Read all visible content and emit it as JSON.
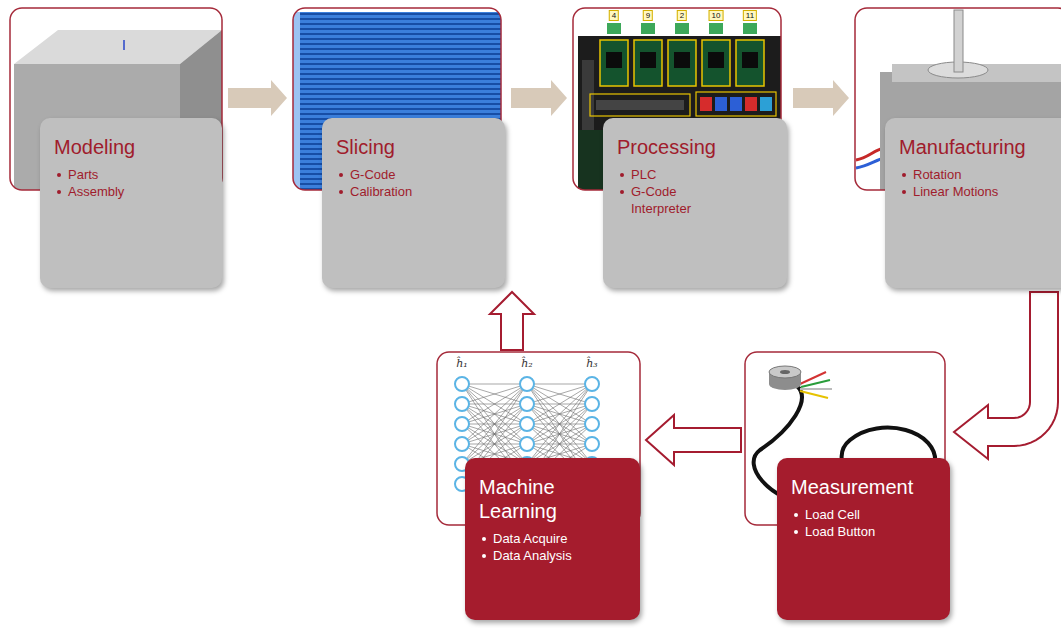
{
  "diagram": {
    "nodes": [
      {
        "text": [
          "Modeling",
          "Parts",
          "Assembly"
        ]
      },
      {
        "text": [
          "Slicing",
          "G-Code",
          "Calibration"
        ]
      },
      {
        "text": [
          "Processing",
          "PLC",
          "G-Code Interpreter"
        ]
      },
      {
        "text": [
          "Manufacturing",
          "Rotation",
          "Linear Motions"
        ]
      },
      {
        "text": [
          "Machine Learning",
          "Data Acquire",
          "Data Analysis"
        ]
      },
      {
        "text": [
          "Measurement",
          "Load Cell",
          "Load Button"
        ]
      }
    ],
    "edges": [
      {
        "from": 0,
        "to": 1,
        "arrow": "to"
      },
      {
        "from": 1,
        "to": 2,
        "arrow": "to"
      },
      {
        "from": 2,
        "to": 3,
        "arrow": "to"
      },
      {
        "from": 3,
        "to": 5,
        "arrow": "to"
      },
      {
        "from": 5,
        "to": 4,
        "arrow": "to"
      },
      {
        "from": 4,
        "to": 1,
        "arrow": "to"
      }
    ],
    "labels": [
      "4",
      "9",
      "2",
      "10",
      "11",
      "ĥ₁",
      "ĥ₂",
      "ĥ₃"
    ]
  }
}
